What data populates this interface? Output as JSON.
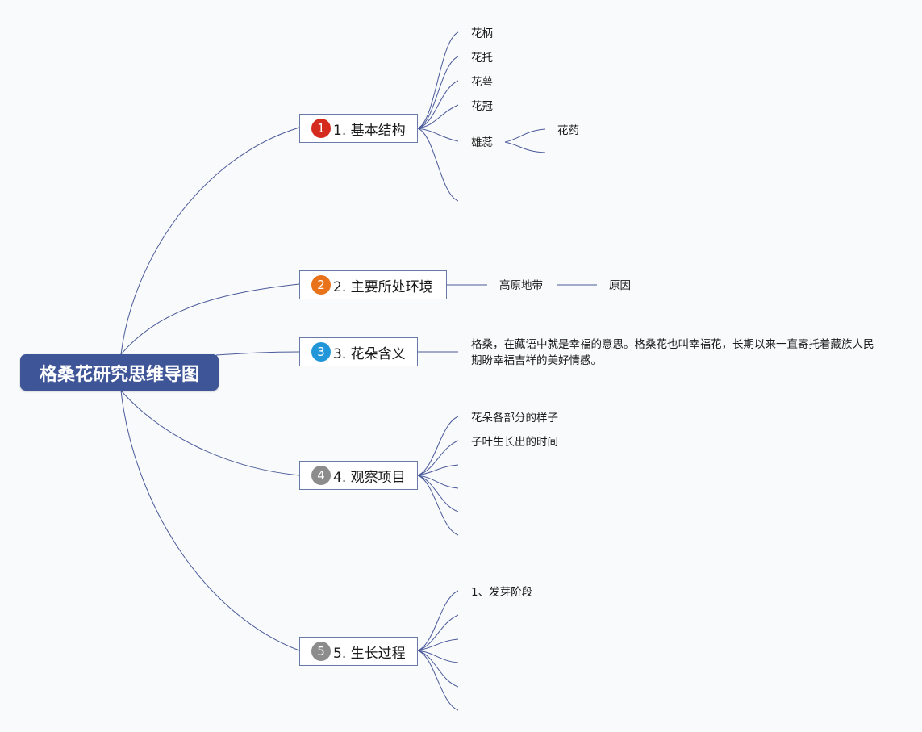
{
  "map": {
    "root": "格桑花研究思维导图",
    "colors": {
      "line": "#4a5a9a",
      "root_bg": "#3e5597",
      "badge_1": "#d42b1e",
      "badge_2": "#e8731a",
      "badge_3": "#2196d9",
      "badge_4": "#8c8c8c",
      "badge_5": "#8c8c8c"
    },
    "topics": [
      {
        "badge": "1",
        "title": "1. 基本结构",
        "children": [
          "花柄",
          "花托",
          "花萼",
          "花冠",
          "雄蕊",
          ""
        ],
        "stamen_children": [
          "花药",
          ""
        ]
      },
      {
        "badge": "2",
        "title": "2. 主要所处环境",
        "children": [
          "高原地带"
        ],
        "sub_children": [
          "原因"
        ]
      },
      {
        "badge": "3",
        "title": "3. 花朵含义",
        "note": "格桑，在藏语中就是幸福的意思。格桑花也叫幸福花，长期以来一直寄托着藏族人民期盼幸福吉祥的美好情感。"
      },
      {
        "badge": "4",
        "title": "4. 观察项目",
        "children": [
          "花朵各部分的样子",
          "子叶生长出的时间",
          "",
          "",
          "",
          ""
        ]
      },
      {
        "badge": "5",
        "title": "5. 生长过程",
        "children": [
          "1、发芽阶段",
          "",
          "",
          "",
          "",
          ""
        ]
      }
    ]
  }
}
